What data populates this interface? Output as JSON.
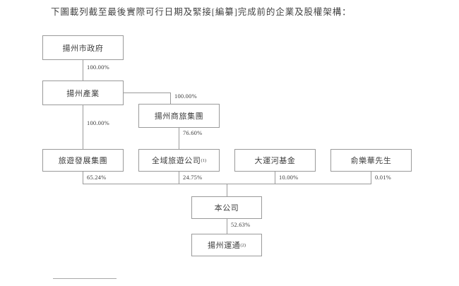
{
  "document": {
    "intro_text": "下圖載列截至最後實際可行日期及緊接[編纂]完成前的企業及股權架構："
  },
  "chart_data": {
    "type": "diagram",
    "diagram_kind": "org-chart-shareholding-structure",
    "title": "下圖載列截至最後實際可行日期及緊接[編纂]完成前的企業及股權架構：",
    "nodes": [
      {
        "id": "yangzhou-municipal-government",
        "label": "揚州市政府",
        "note": ""
      },
      {
        "id": "yangzhou-industry",
        "label": "揚州產業",
        "note": ""
      },
      {
        "id": "yangzhou-commerce-travel-group",
        "label": "揚州商旅集團",
        "note": ""
      },
      {
        "id": "tourism-development-group",
        "label": "旅遊發展集團",
        "note": ""
      },
      {
        "id": "quanyu-tourism-company",
        "label": "全域旅遊公司",
        "note": "(1)"
      },
      {
        "id": "grand-canal-fund",
        "label": "大運河基金",
        "note": ""
      },
      {
        "id": "mr-yu-lehua",
        "label": "俞樂華先生",
        "note": ""
      },
      {
        "id": "our-company",
        "label": "本公司",
        "note": ""
      },
      {
        "id": "yangzhou-yuntong",
        "label": "揚州運通",
        "note": "(2)"
      }
    ],
    "edges": [
      {
        "from": "yangzhou-municipal-government",
        "to": "yangzhou-industry",
        "percent": "100.00%"
      },
      {
        "from": "yangzhou-industry",
        "to": "yangzhou-commerce-travel-group",
        "percent": "100.00%"
      },
      {
        "from": "yangzhou-industry",
        "to": "tourism-development-group",
        "percent": "100.00%"
      },
      {
        "from": "yangzhou-commerce-travel-group",
        "to": "quanyu-tourism-company",
        "percent": "76.60%"
      },
      {
        "from": "tourism-development-group",
        "to": "our-company",
        "percent": "65.24%"
      },
      {
        "from": "quanyu-tourism-company",
        "to": "our-company",
        "percent": "24.75%"
      },
      {
        "from": "grand-canal-fund",
        "to": "our-company",
        "percent": "10.00%"
      },
      {
        "from": "mr-yu-lehua",
        "to": "our-company",
        "percent": "0.01%"
      },
      {
        "from": "our-company",
        "to": "yangzhou-yuntong",
        "percent": "52.63%"
      }
    ],
    "colors": {
      "box_border": "#9a9a9a",
      "connector": "#9a9a9a",
      "text": "#3d3d3d",
      "background": "#ffffff"
    }
  }
}
